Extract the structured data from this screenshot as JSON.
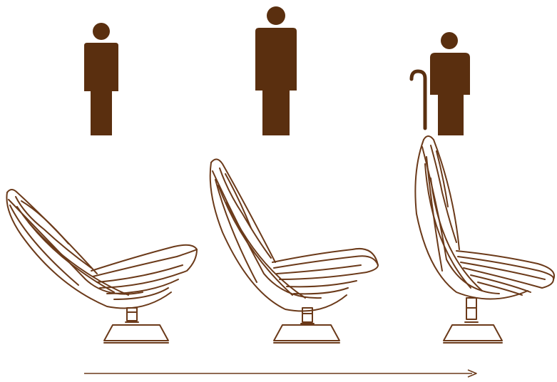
{
  "colors": {
    "brown": "#5a2f0f",
    "line": "#6b3a1a",
    "background": "#ffffff"
  },
  "panels": [
    {
      "figure": "short-person",
      "has_cane": false,
      "chair_position": "low-recline"
    },
    {
      "figure": "tall-person",
      "has_cane": false,
      "chair_position": "mid-recline"
    },
    {
      "figure": "elderly-person-with-cane",
      "has_cane": true,
      "chair_position": "upright-high"
    }
  ],
  "arrow": {
    "direction": "right"
  }
}
